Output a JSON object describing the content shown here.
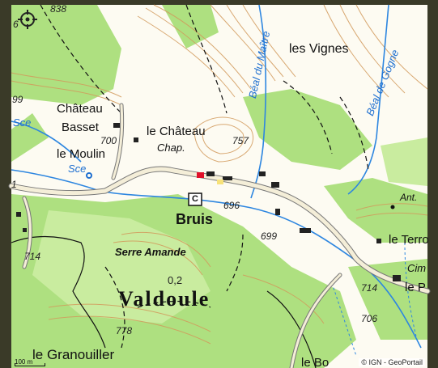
{
  "map": {
    "places": {
      "chateau_basset_1": "Château",
      "chateau_basset_2": "Basset",
      "le_moulin": "le Moulin",
      "le_chateau": "le Château",
      "chap": "Chap.",
      "les_vignes": "les Vignes",
      "bruis": "Bruis",
      "serre_amande": "Serre Amande",
      "valdoule": "Valdoule",
      "le_granouiller": "le Granouiller",
      "le_terro": "le Terro",
      "ant": "Ant.",
      "cim": "Cim",
      "le_p": "le P",
      "le_bo": "le Bo",
      "campsite_symbol": "C",
      "sce_left": "Sce",
      "sce_moulin": "Sce",
      "beal_du_maitre": "Béal du Maître",
      "beal_de_gogne": "Béal de Gogne"
    },
    "elevations": {
      "e838": "838",
      "e700": "700",
      "e757": "757",
      "e696": "696",
      "e699": "699",
      "e714_left": "714",
      "e714_right": "714",
      "e706": "706",
      "e778": "778",
      "e02": "0,2",
      "edge_6": "6",
      "edge_99": "99",
      "edge_1": "1"
    },
    "scale_label": "100 m",
    "attribution": "© IGN - GeoPortail"
  },
  "colors": {
    "forest": "#aee080",
    "open": "#fdfbf2",
    "contour": "#d29a5c",
    "water": "#2d86e0",
    "road": "#e8e0c8"
  }
}
